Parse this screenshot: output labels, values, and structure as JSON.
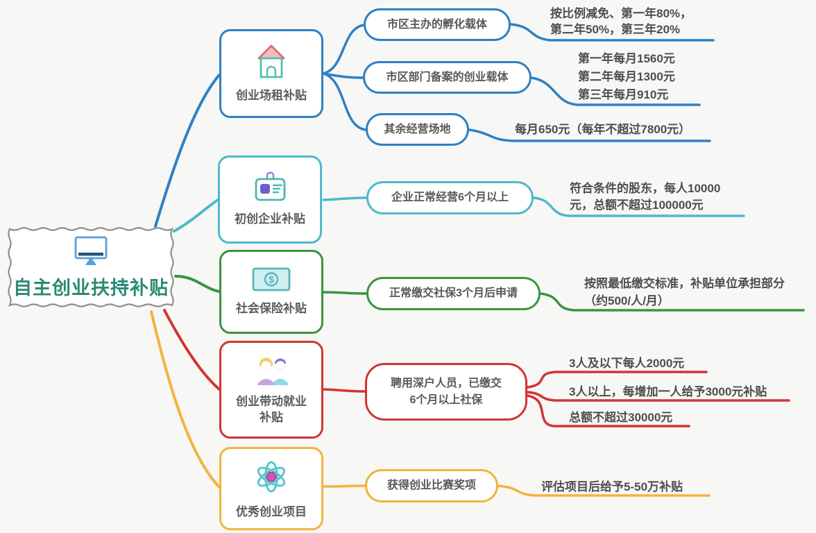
{
  "diagram_type": "mindmap",
  "palette": {
    "branch_blue": "#2e80c4",
    "branch_cyan": "#4db9cc",
    "branch_green": "#3a9440",
    "branch_red": "#d23434",
    "branch_yellow": "#f2b33d",
    "root_text": "#2b8a74",
    "root_border": "#8e8e8e",
    "background": "#f7f7f5"
  },
  "root": {
    "label": "自主创业扶持补贴",
    "icon": "monitor-icon"
  },
  "branches": [
    {
      "label": "创业场租补贴",
      "icon": "house-icon",
      "color": "#2e80c4",
      "children": [
        {
          "label": "市区主办的孵化载体",
          "notes": [
            {
              "lines": [
                "按比例减免、第一年80%，",
                "第二年50%，第三年20%"
              ]
            }
          ]
        },
        {
          "label": "市区部门备案的创业载体",
          "notes": [
            {
              "lines": [
                "第一年每月1560元",
                "第二年每月1300元",
                "第三年每月910元"
              ]
            }
          ]
        },
        {
          "label": "其余经营场地",
          "notes": [
            {
              "lines": [
                "每月650元（每年不超过7800元）"
              ]
            }
          ]
        }
      ]
    },
    {
      "label": "初创企业补贴",
      "icon": "id-badge-icon",
      "color": "#4db9cc",
      "children": [
        {
          "label": "企业正常经营6个月以上",
          "notes": [
            {
              "lines": [
                "符合条件的股东，每人10000",
                "元，总额不超过100000元"
              ]
            }
          ]
        }
      ]
    },
    {
      "label": "社会保险补贴",
      "icon": "banknote-icon",
      "color": "#3a9440",
      "children": [
        {
          "label": "正常缴交社保3个月后申请",
          "notes": [
            {
              "lines": [
                "按照最低缴交标准，补贴单位承担部分",
                "（约500/人/月）"
              ]
            }
          ]
        }
      ]
    },
    {
      "label": "创业带动就业补贴",
      "label_lines": [
        "创业带动就业",
        "补贴"
      ],
      "icon": "people-icon",
      "color": "#d23434",
      "children": [
        {
          "label": "聘用深户人员，已缴交6个月以上社保",
          "label_lines": [
            "聘用深户人员，已缴交",
            "6个月以上社保"
          ],
          "notes": [
            {
              "lines": [
                "3人及以下每人2000元"
              ]
            },
            {
              "lines": [
                "3人以上，每增加一人给予3000元补贴"
              ]
            },
            {
              "lines": [
                "总额不超过30000元"
              ]
            }
          ]
        }
      ]
    },
    {
      "label": "优秀创业项目",
      "icon": "atom-icon",
      "color": "#f2b33d",
      "children": [
        {
          "label": "获得创业比赛奖项",
          "notes": [
            {
              "lines": [
                "评估项目后给予5-50万补贴"
              ]
            }
          ]
        }
      ]
    }
  ]
}
